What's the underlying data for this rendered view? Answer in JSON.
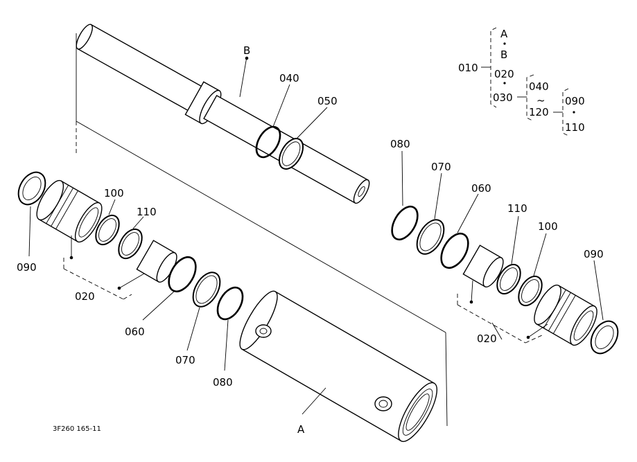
{
  "diagram": {
    "labels": {
      "B": "B",
      "A": "A",
      "c040": "040",
      "c050": "050",
      "c080a": "080",
      "c070a": "070",
      "c060a": "060",
      "c110a": "110",
      "c100a": "100",
      "c090a": "090",
      "c100b": "100",
      "c110b": "110",
      "c090b": "090",
      "c020a": "020",
      "c060b": "060",
      "c070b": "070",
      "c080b": "080",
      "c020b": "020"
    },
    "legend": {
      "l010": "010",
      "lA": "A",
      "lB": "B",
      "l020": "020",
      "l030": "030",
      "l040": "040",
      "lTilde": "~",
      "l120": "120",
      "l090": "090",
      "l110": "110"
    },
    "ref_code": "3F260 165-11"
  }
}
